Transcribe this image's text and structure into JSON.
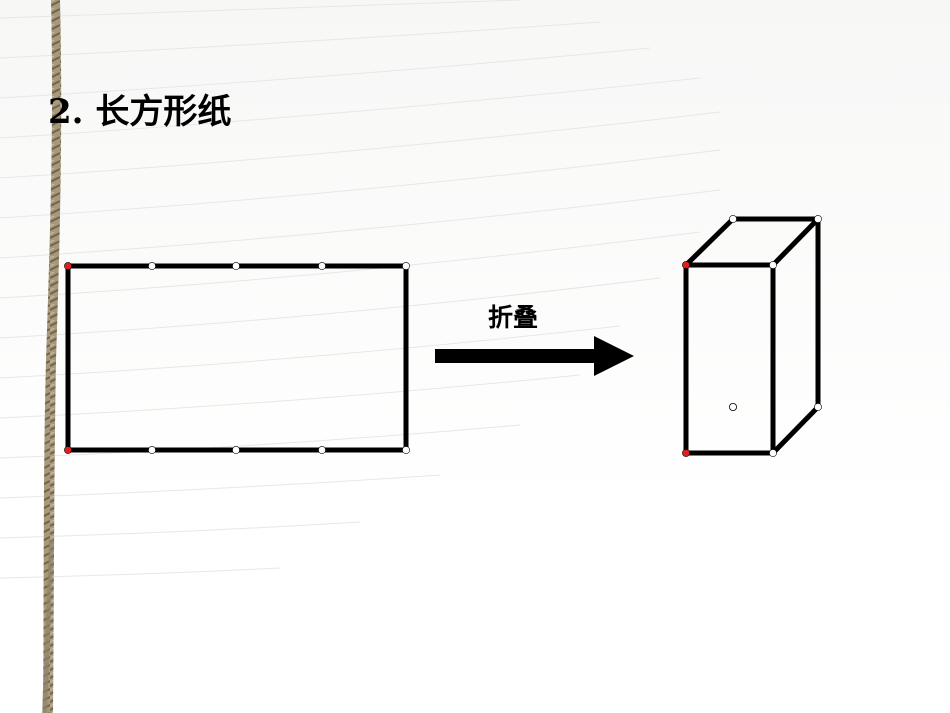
{
  "title": "2. 长方形纸",
  "arrow_label": "折叠",
  "colors": {
    "stroke": "#000000",
    "point_red": "#e41e1e",
    "point_white": "#ffffff",
    "cord": "#a9997a"
  },
  "figures": {
    "flat_sheet": "rectangle-paper",
    "folded_box": "rectangular-prism"
  },
  "icons": {
    "arrow": "right-arrow-icon"
  }
}
